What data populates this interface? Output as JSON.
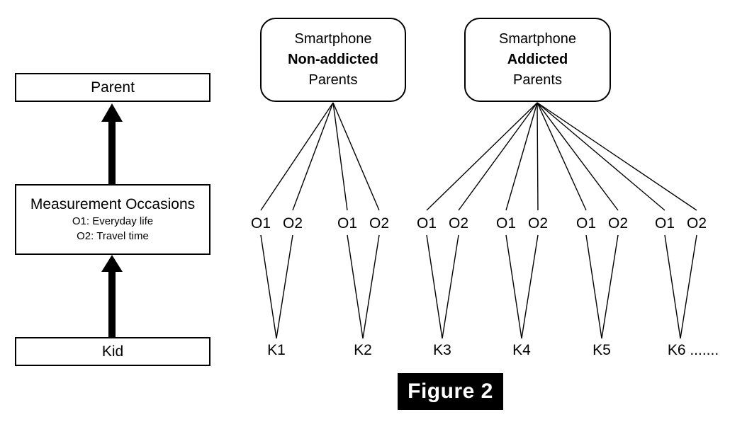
{
  "figure": {
    "caption": "Figure 2",
    "caption_bg": "#000000",
    "caption_fg": "#ffffff"
  },
  "legend_panel": {
    "parent_box": {
      "label": "Parent"
    },
    "measurement_box": {
      "title": "Measurement Occasions",
      "line1": "O1: Everyday life",
      "line2": "O2: Travel time"
    },
    "kid_box": {
      "label": "Kid"
    },
    "arrows": [
      {
        "name": "kid-to-measurement",
        "direction": "up"
      },
      {
        "name": "measurement-to-parent",
        "direction": "up"
      }
    ]
  },
  "model_panel": {
    "groups": [
      {
        "id": "non-addicted",
        "line1": "Smartphone",
        "line2": "Non-addicted",
        "line3": "Parents",
        "bold_line": 2,
        "child_count": 2
      },
      {
        "id": "addicted",
        "line1": "Smartphone",
        "line2": "Addicted",
        "line3": "Parents",
        "bold_line": 2,
        "child_count": 4
      }
    ],
    "occasion_labels": [
      "O1",
      "O2",
      "O1",
      "O2",
      "O1",
      "O2",
      "O1",
      "O2",
      "O1",
      "O2",
      "O1",
      "O2"
    ],
    "kid_labels": [
      "K1",
      "K2",
      "K3",
      "K4",
      "K5",
      "K6 ......."
    ],
    "line_color": "#000000"
  },
  "colors": {
    "background": "#ffffff",
    "stroke": "#000000",
    "text": "#000000"
  }
}
